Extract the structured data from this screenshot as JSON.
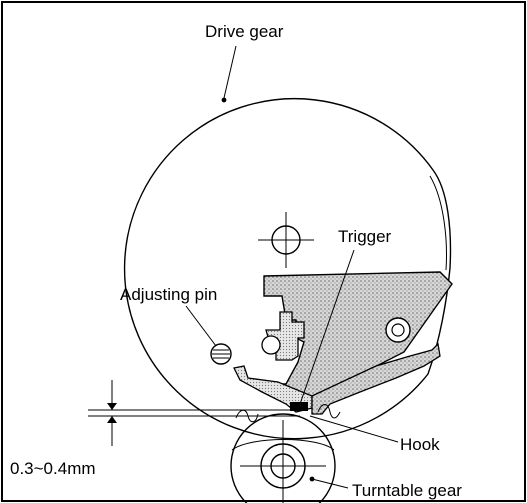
{
  "labels": {
    "drive_gear": "Drive gear",
    "trigger": "Trigger",
    "adjusting_pin": "Adjusting pin",
    "hook": "Hook",
    "clearance": "0.3~0.4mm",
    "turntable_gear": "Turntable gear"
  },
  "colors": {
    "ink": "#000000",
    "paper": "#ffffff",
    "stipple": "#9a9a9a"
  }
}
